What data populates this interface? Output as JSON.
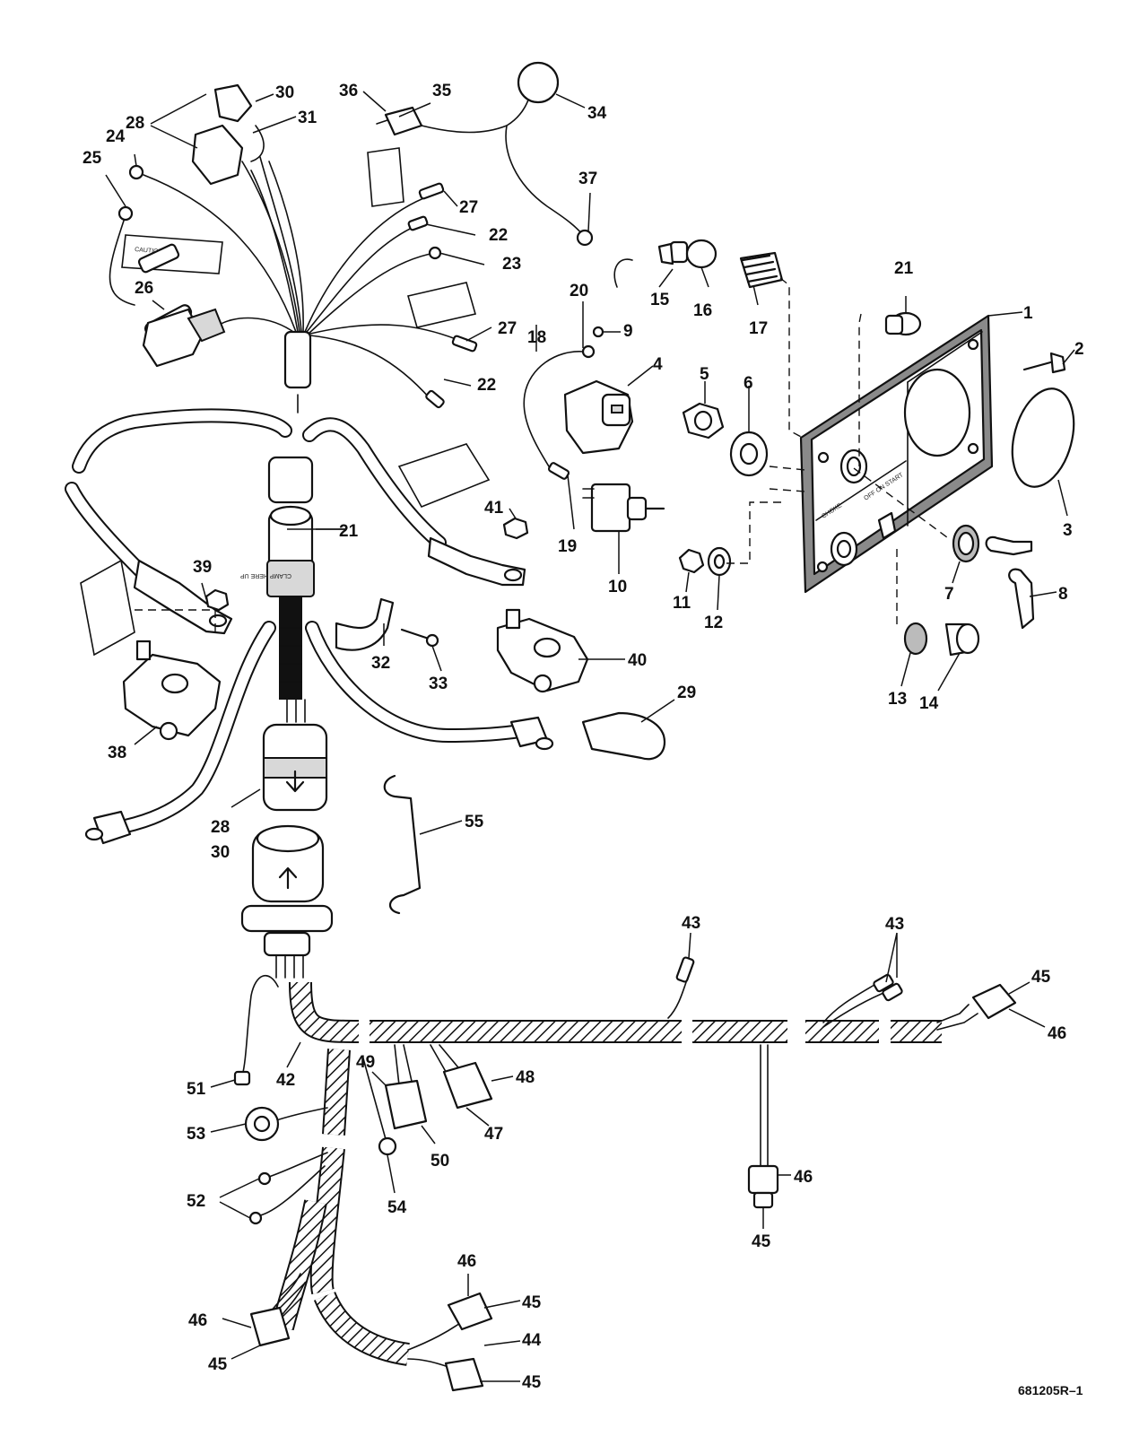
{
  "figure_number": "681205R–1",
  "panel_text": {
    "choke": "CHOKE",
    "switch": "OFF ON START"
  },
  "clamp_text": "CLAMP HERE UP",
  "callouts": [
    "1",
    "2",
    "3",
    "4",
    "5",
    "6",
    "7",
    "8",
    "9",
    "10",
    "11",
    "12",
    "13",
    "14",
    "15",
    "16",
    "17",
    "18",
    "19",
    "20",
    "21",
    "21",
    "22",
    "22",
    "23",
    "24",
    "25",
    "26",
    "27",
    "27",
    "28",
    "28",
    "30",
    "29",
    "30",
    "30",
    "31",
    "32",
    "33",
    "34",
    "35",
    "36",
    "37",
    "38",
    "39",
    "40",
    "41",
    "42",
    "43",
    "43",
    "44",
    "45",
    "45",
    "45",
    "45",
    "45",
    "45",
    "46",
    "46",
    "46",
    "46",
    "47",
    "48",
    "49",
    "50",
    "51",
    "52",
    "53",
    "54",
    "55"
  ]
}
